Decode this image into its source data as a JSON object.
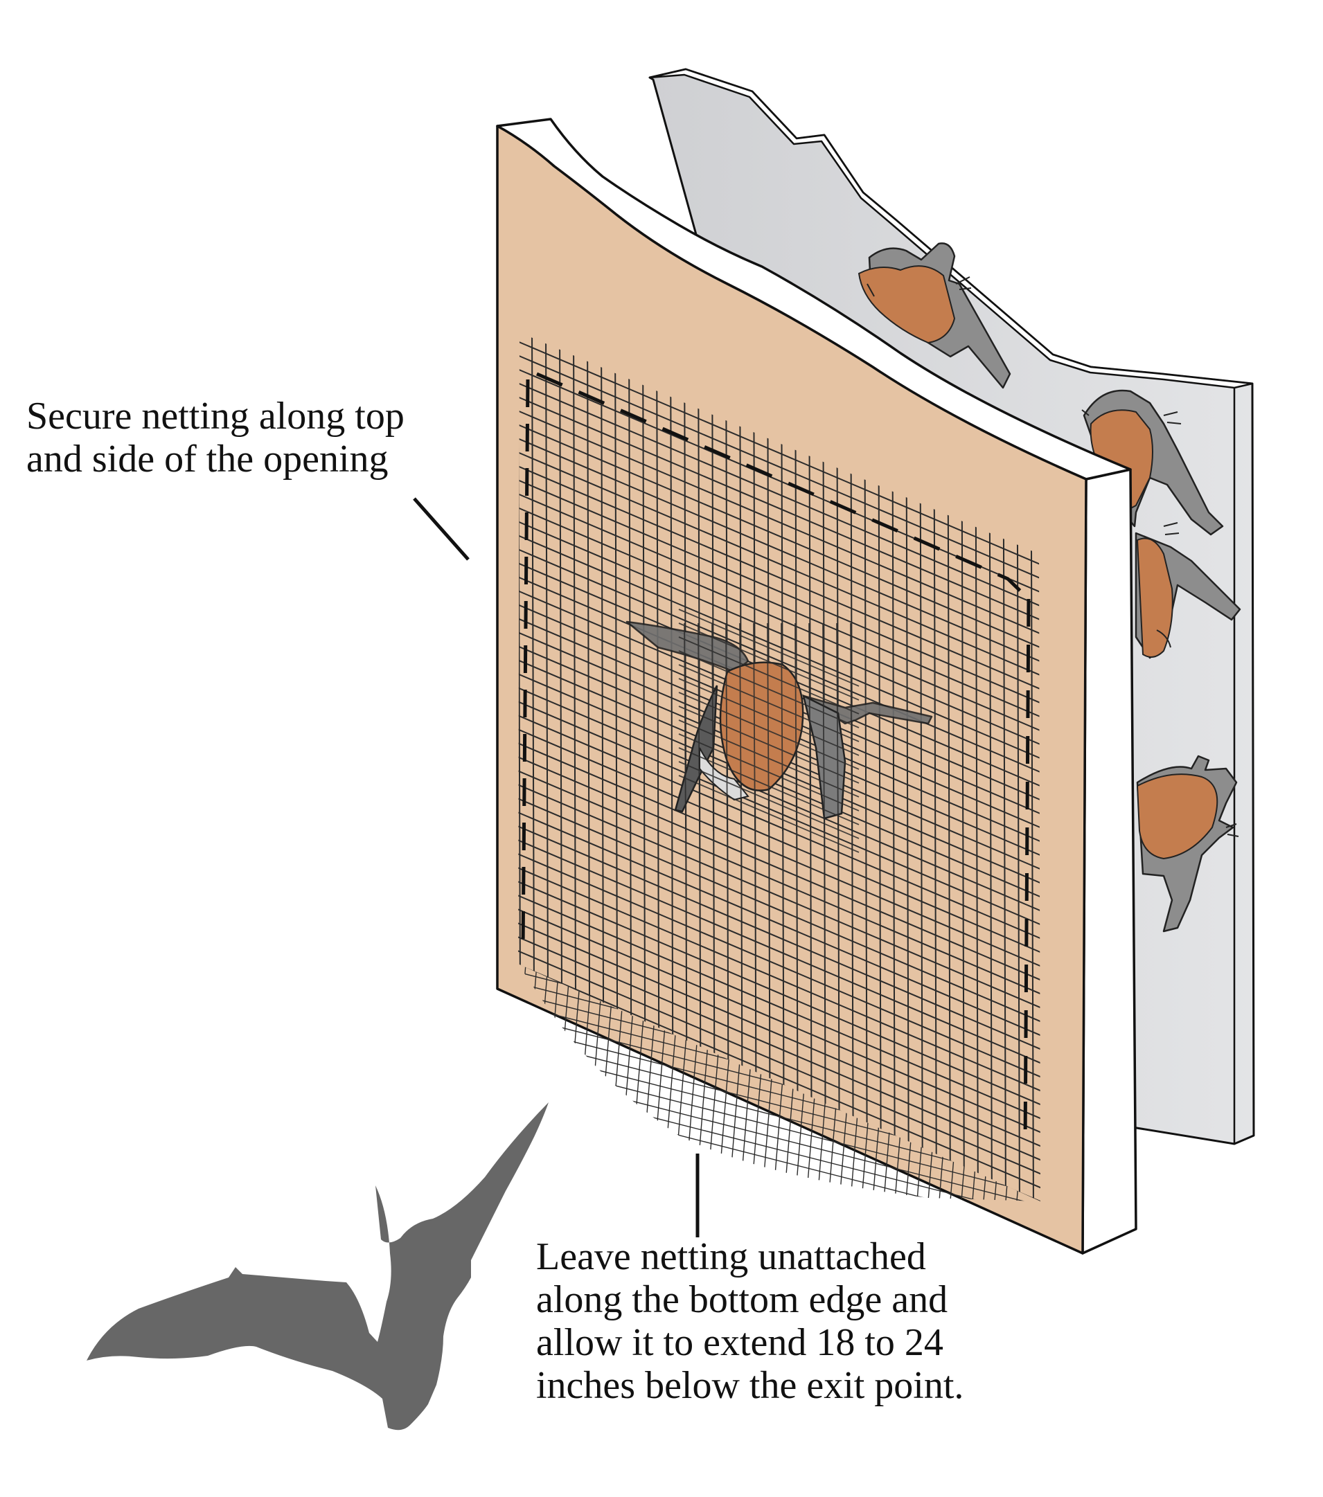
{
  "colors": {
    "front_panel": "#e5c3a3",
    "panel_edge": "#ffffff",
    "back_wall": "#d8d9dc",
    "netting": "#2b2b2b",
    "attach_line": "#111111",
    "bat_fur": "#c47d4e",
    "bat_wing": "#8d8d8d",
    "bat_silhouette": "#676767"
  },
  "icons": {
    "flying_bat": "bat-silhouette-icon",
    "roosting_bats": "roosting-bat-icon",
    "exiting_bat": "exiting-bat-icon"
  },
  "callouts": {
    "top": {
      "lines": [
        "Secure netting along top",
        "and side of the opening"
      ]
    },
    "bottom": {
      "lines": [
        "Leave netting unattached",
        "along the bottom edge and",
        "allow it to extend 18 to 24",
        "inches below the exit point."
      ]
    }
  }
}
